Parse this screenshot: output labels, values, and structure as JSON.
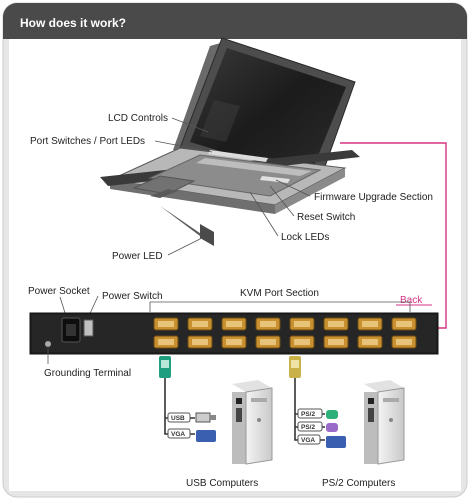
{
  "header": {
    "title": "How does it work?"
  },
  "labels": {
    "lcd_controls": "LCD Controls",
    "port_switches": "Port Switches / Port LEDs",
    "firmware": "Firmware Upgrade Section",
    "reset": "Reset Switch",
    "lock_leds": "Lock LEDs",
    "power_led": "Power LED",
    "power_socket": "Power Socket",
    "power_switch": "Power Switch",
    "kvm_ports": "KVM Port Section",
    "back": "Back",
    "grounding": "Grounding Terminal"
  },
  "usb_computers": {
    "caption": "USB Computers",
    "tags": [
      "USB",
      "VGA"
    ]
  },
  "ps2_computers": {
    "caption": "PS/2 Computers",
    "tags": [
      "PS/2",
      "PS/2",
      "VGA"
    ]
  },
  "colors": {
    "header_bg": "#4a4a4a",
    "frame": "#e6e6e6",
    "accent_pink": "#d63384",
    "usb_plug": "#1f9e80",
    "ps2_plug": "#c9b24a"
  }
}
